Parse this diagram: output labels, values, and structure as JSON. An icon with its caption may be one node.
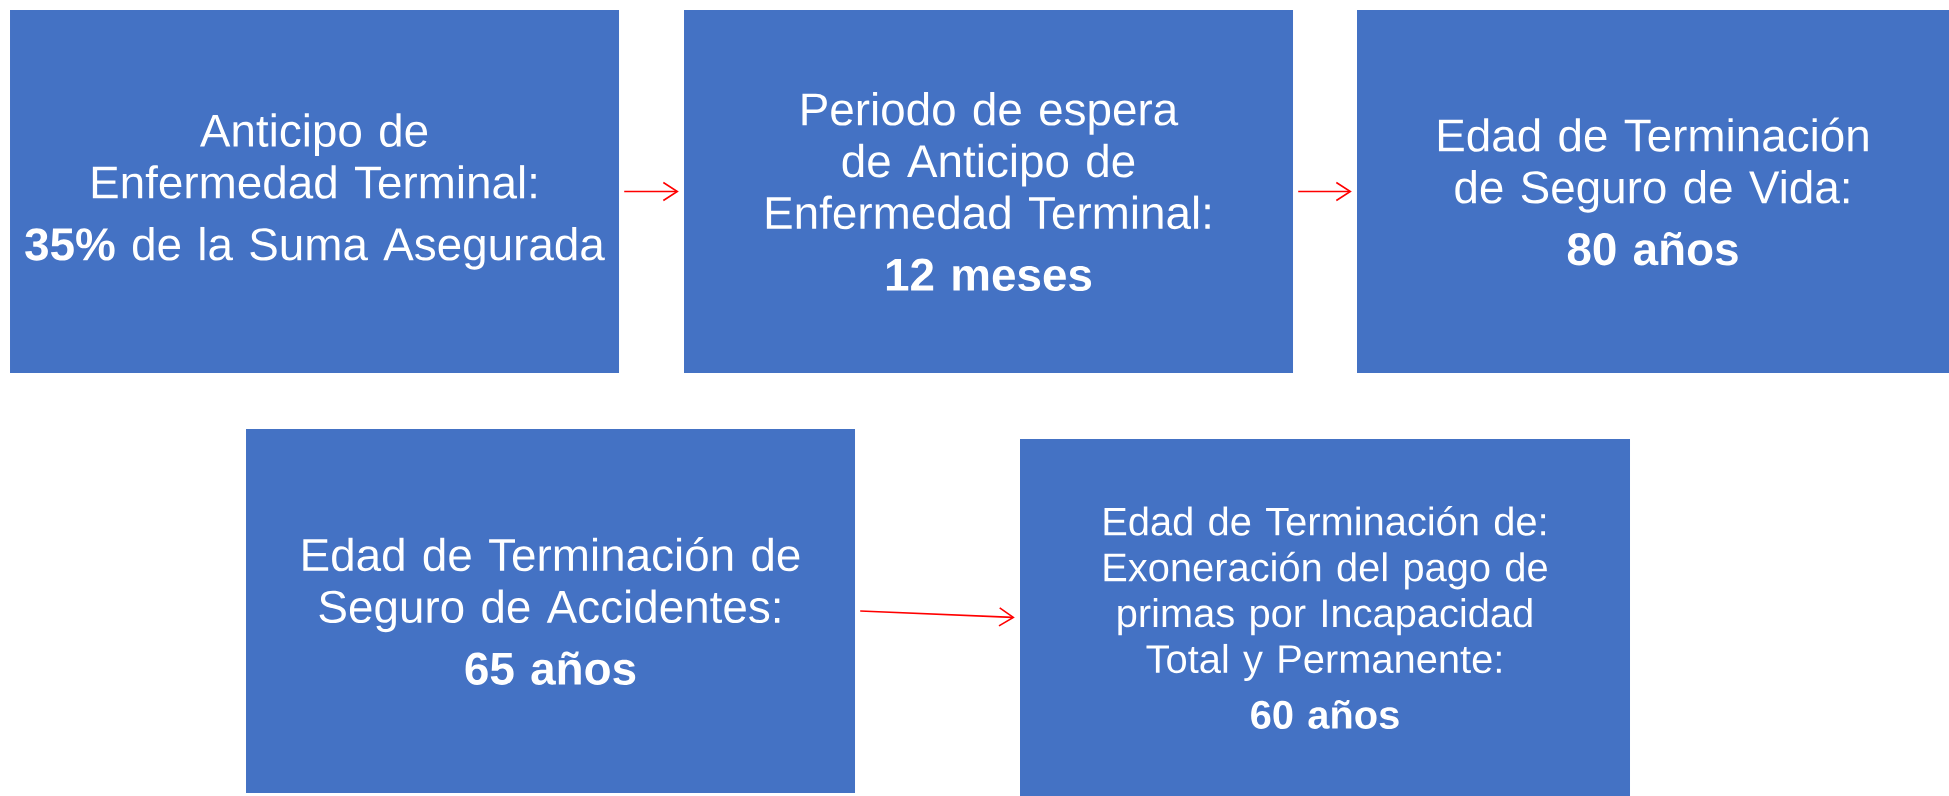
{
  "diagram": {
    "nodes": [
      {
        "text": [
          "Anticipo de Enfermedad Terminal:",
          "**35%** de la Suma Asegurada"
        ]
      },
      {
        "text": [
          "Periodo de espera de Anticipo de Enfermedad Terminal:",
          "12 meses"
        ]
      },
      {
        "text": [
          "Edad de Terminación de Seguro de Vida:",
          "80 años"
        ]
      },
      {
        "text": [
          "Edad de Terminación de Seguro de Accidentes:",
          "65 años"
        ]
      },
      {
        "text": [
          "Edad de Terminación de: Exoneración del pago de primas por Incapacidad Total y Permanente:",
          "60 años"
        ]
      }
    ],
    "edges": [
      {
        "from": 0,
        "to": 1,
        "arrow": "to"
      },
      {
        "from": 1,
        "to": 2,
        "arrow": "to"
      },
      {
        "from": 3,
        "to": 4,
        "arrow": "to"
      }
    ]
  }
}
